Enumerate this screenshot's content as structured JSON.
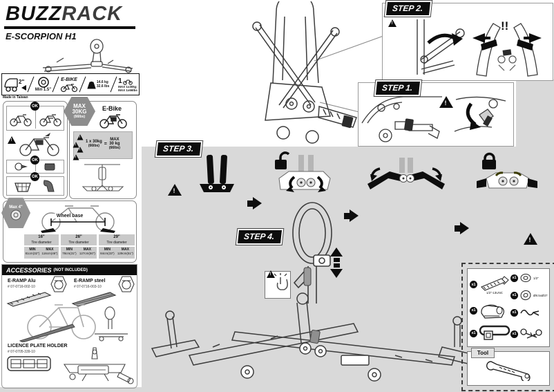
{
  "brand": {
    "part1": "BUZZ",
    "part2": "RACK"
  },
  "model": "E-SCORPION H1",
  "made_in": "Made in Taiwan",
  "specs": {
    "hitch": "2\"",
    "clearance": "Min 1.5\"",
    "ebike": "E-BIKE",
    "weight_kg": "14.6 kg",
    "weight_lbs": "32.6 lbs",
    "count": "1",
    "max_kg": "MAX 1x30kg",
    "max_lbs": "MAX 1x66lbs"
  },
  "compat": {
    "ok": "OK",
    "max_badge": {
      "l1": "MAX",
      "l2": "30KG",
      "l3": "(66lbs)"
    },
    "ebike_label": "E-Bike",
    "formula": {
      "left1": "1 x 30kg",
      "left2": "(66lbs)",
      "eq": "=",
      "right1": "MAX",
      "right2": "30 kg",
      "right3": "(66lbs)"
    }
  },
  "wheelbase": {
    "badge": "Max 4\"",
    "label": "Wheel base",
    "tire_header": "Tire diameter",
    "min_label": "MIN",
    "max_label": "MAX",
    "cols": [
      {
        "tire": "16\"",
        "min": "81cm(32\")",
        "max": "116cm(46\")"
      },
      {
        "tire": "26\"",
        "min": "78cm(31\")",
        "max": "127cm(50\")"
      },
      {
        "tire": "29\"",
        "min": "84cm(33\")",
        "max": "129cm(51\")"
      }
    ]
  },
  "accessories": {
    "title": "ACCESSORIES",
    "subtitle": "(NOT INCLUDED)",
    "items": [
      {
        "name": "E-RAMP Alu",
        "pn": "# 07-0716-002-10"
      },
      {
        "name": "E-RAMP steel",
        "pn": "# 07-0716-003-10"
      },
      {
        "name": "LICENCE PLATE HOLDER",
        "pn": "# 07-0705-339-10"
      }
    ]
  },
  "steps": {
    "s1": "STEP 1.",
    "s2": "STEP 2.",
    "s3": "STEP 3.",
    "s4": "STEP 4.",
    "bang": "!!"
  },
  "parts": {
    "items": [
      {
        "qty": "x1",
        "label": "1/2\"-13UNC",
        "kind": "hitch-bolt"
      },
      {
        "qty": "x1",
        "label": "1/2\"",
        "kind": "washer-small"
      },
      {
        "qty": "x1",
        "label": "Ø8.5xØ37",
        "kind": "washer-large"
      },
      {
        "qty": "x1",
        "label": "",
        "kind": "hitch-clamp"
      },
      {
        "qty": "x1",
        "label": "",
        "kind": "cotter-pin"
      },
      {
        "qty": "x1",
        "label": "",
        "kind": "security-strap"
      },
      {
        "qty": "x1",
        "label": "",
        "kind": "keys"
      }
    ],
    "tool_label": "Tool"
  }
}
